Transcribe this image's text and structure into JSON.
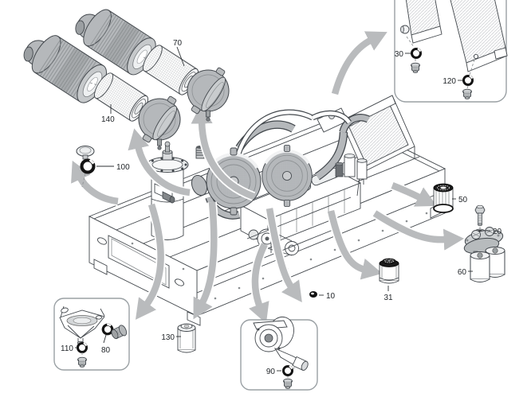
{
  "figure": {
    "kind": "exploded-parts-diagram",
    "subject": "skid-mounted-compressor-package"
  },
  "colors": {
    "background": "#ffffff",
    "machine_line": "#42474c",
    "part_gray": "#b5b8bb",
    "arrow": "#b9bbbd",
    "box_border": "#9aa0a4",
    "ring_black": "#131313",
    "label_text": "#1f2327"
  },
  "callouts": [
    {
      "id": "70",
      "part": "air-filter-element-right"
    },
    {
      "id": "140",
      "part": "air-filter-element-left"
    },
    {
      "id": "100",
      "part": "cap-and-o-ring"
    },
    {
      "id": "30",
      "part": "radiator-o-ring-and-plug"
    },
    {
      "id": "120",
      "part": "radiator-o-ring-and-plug"
    },
    {
      "id": "50",
      "part": "filter-cartridge"
    },
    {
      "id": "20",
      "part": "bolt-and-seal-washer"
    },
    {
      "id": "60",
      "part": "filter-head-with-cartridges"
    },
    {
      "id": "31",
      "part": "spin-on-filter"
    },
    {
      "id": "10",
      "part": "o-ring"
    },
    {
      "id": "130",
      "part": "filter-cartridge"
    },
    {
      "id": "110",
      "part": "sump-o-ring-and-plug"
    },
    {
      "id": "80",
      "part": "o-ring-and-fitting"
    },
    {
      "id": "90",
      "part": "gearbox-o-ring-and-plug"
    }
  ]
}
